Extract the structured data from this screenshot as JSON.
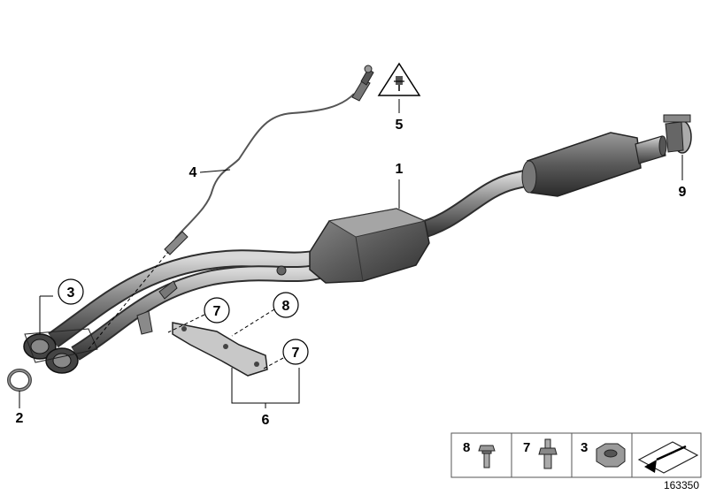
{
  "callouts": {
    "c1": "1",
    "c2": "2",
    "c3": "3",
    "c4": "4",
    "c5": "5",
    "c6": "6",
    "c7a": "7",
    "c7b": "7",
    "c8": "8",
    "c9": "9"
  },
  "legend": {
    "items": [
      {
        "number": "8",
        "icon": "flange-bolt-icon"
      },
      {
        "number": "7",
        "icon": "stud-bolt-icon"
      },
      {
        "number": "3",
        "icon": "hex-nut-icon"
      },
      {
        "number": "",
        "icon": "gasket-arrow-icon"
      }
    ]
  },
  "diagram_id": "163350"
}
